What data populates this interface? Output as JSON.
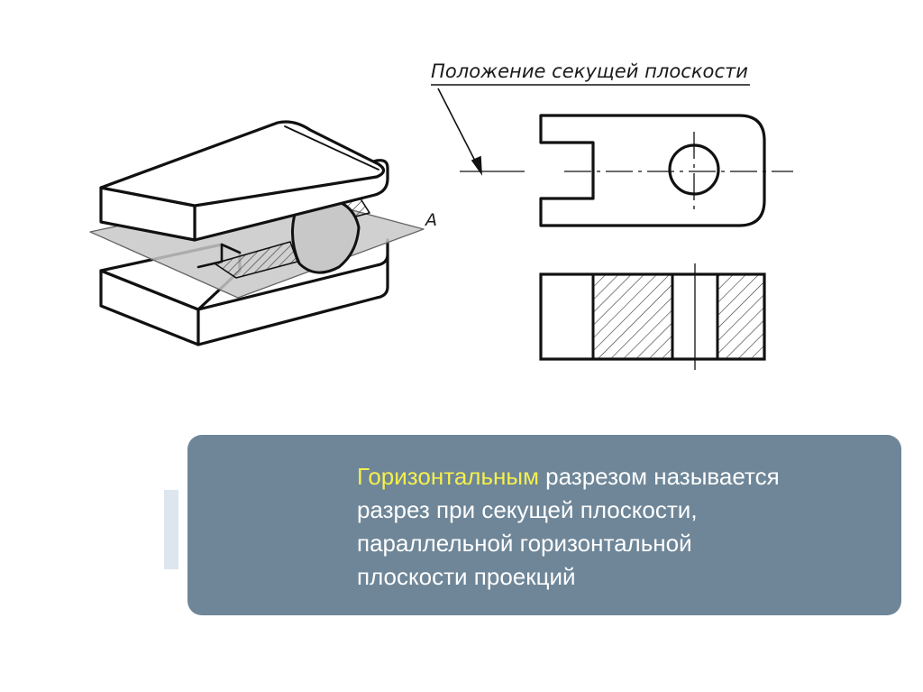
{
  "labels": {
    "cutting_plane_position": "Положение секущей плоскости",
    "plane_letter": "А"
  },
  "definition": {
    "term": "Горизонтальным",
    "rest_line1": " разрезом называется",
    "line2": "разрез при секущей плоскости,",
    "line3": "параллельной горизонтальной",
    "line4": "плоскости проекций"
  },
  "colors": {
    "accent_term": "#f5ef4d",
    "box_background": "#6e8698",
    "box_text": "#ffffff",
    "plane_fill": "#c8c8c8"
  }
}
